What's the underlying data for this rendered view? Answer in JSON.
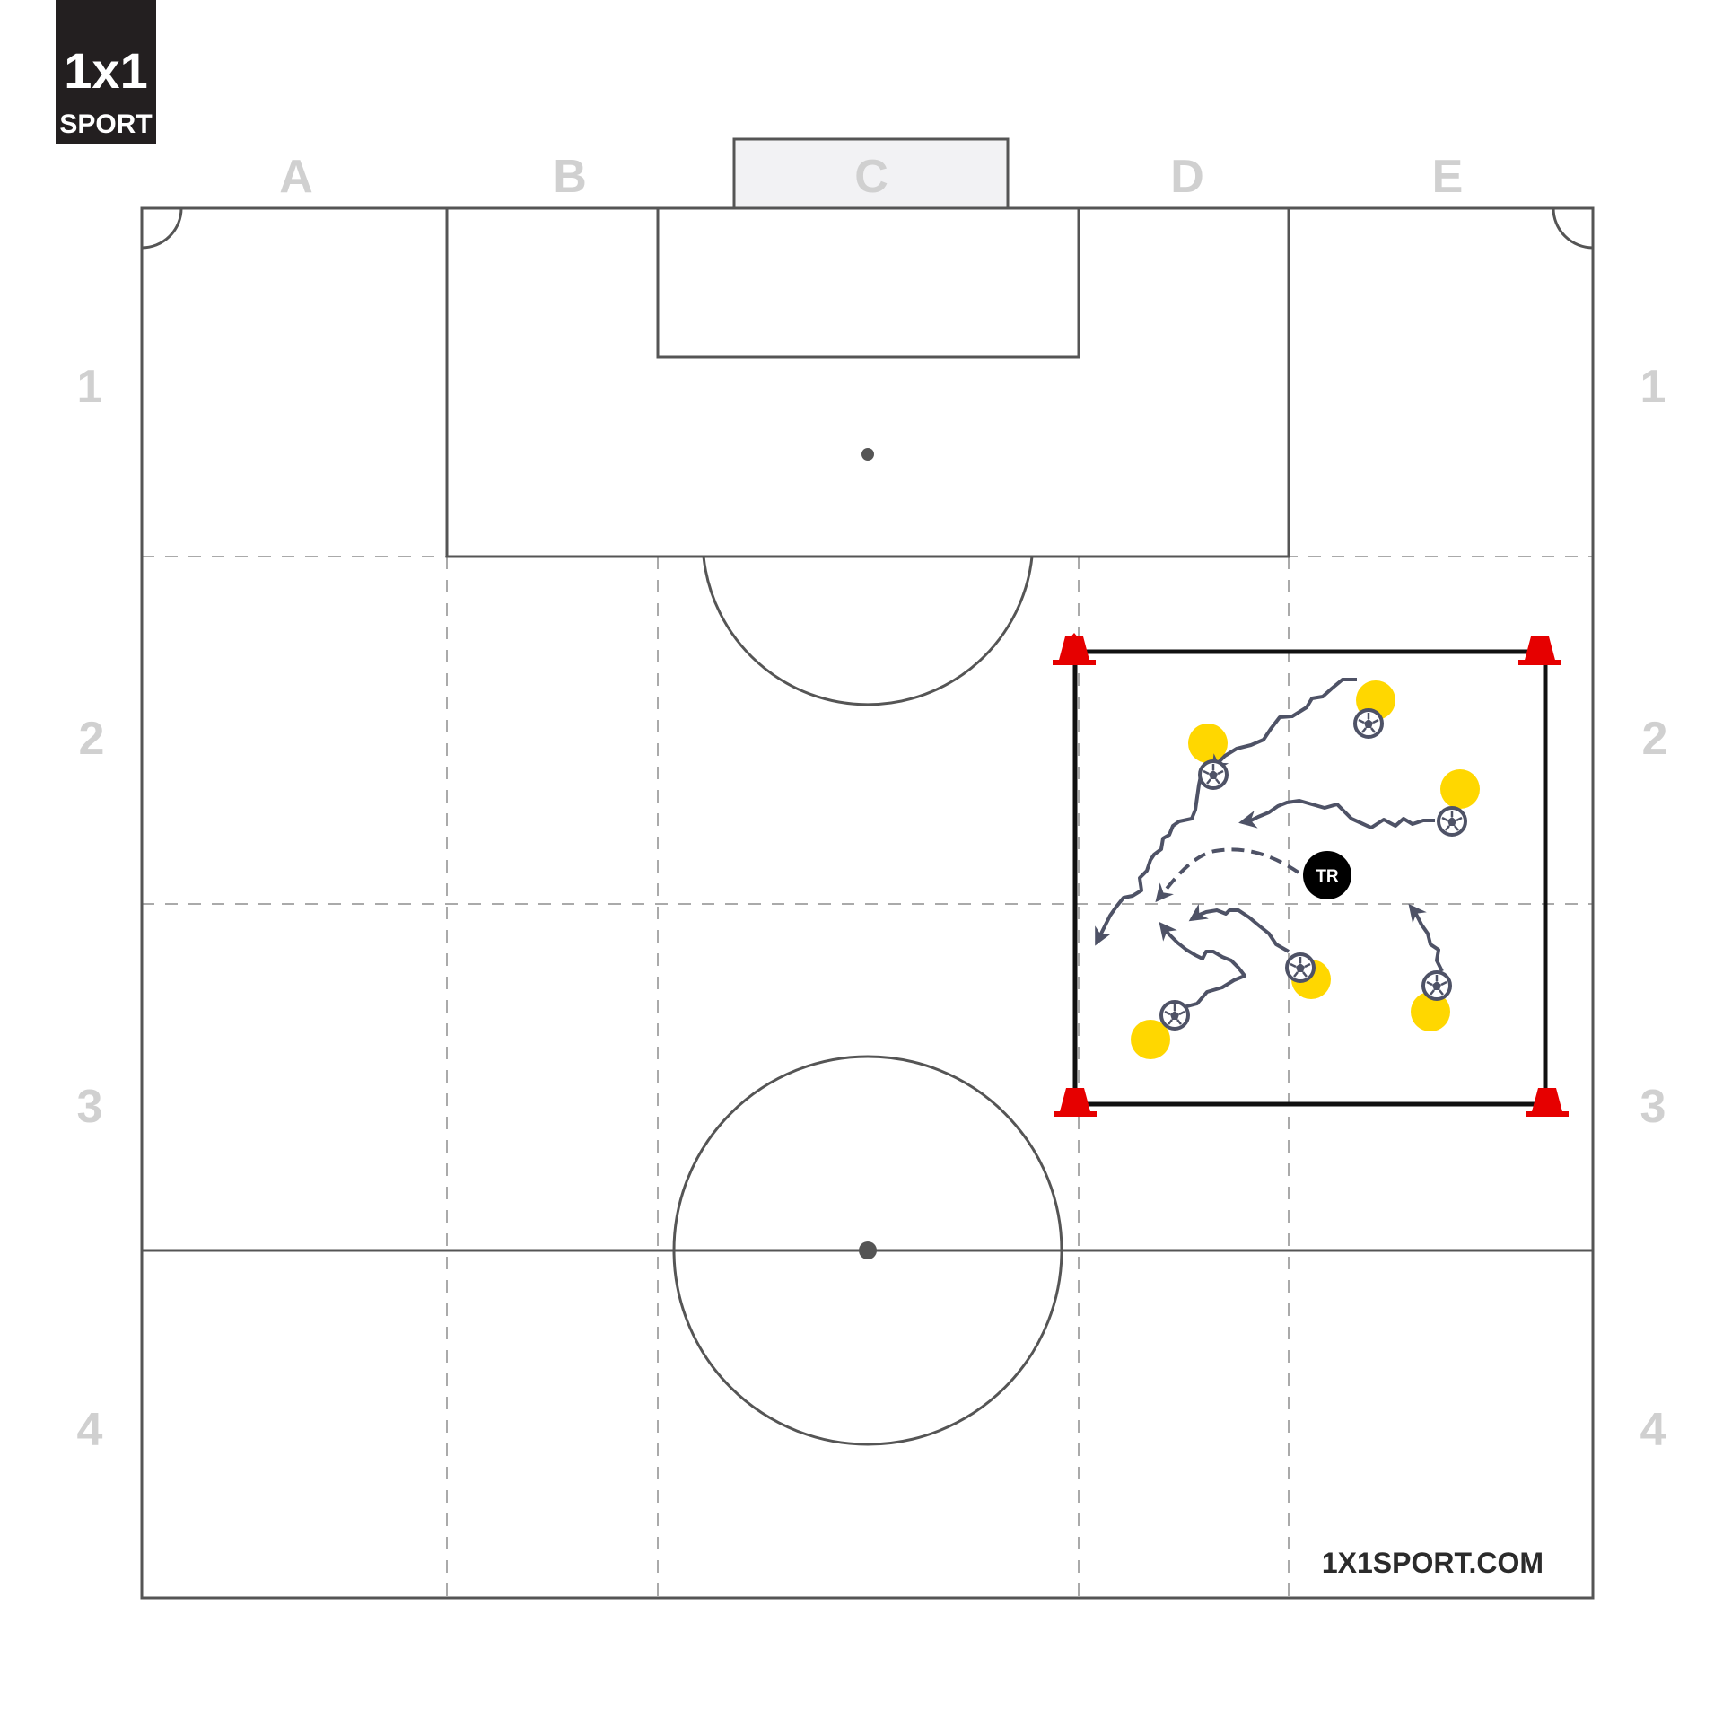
{
  "logo": {
    "mark": "1x1",
    "sub": "SPORT"
  },
  "columns": [
    "A",
    "B",
    "C",
    "D",
    "E"
  ],
  "rows": [
    "1",
    "2",
    "3",
    "4"
  ],
  "trainer_label": "TR",
  "website": "1X1SPORT.COM",
  "colors": {
    "line": "#555555",
    "grid_dash": "#aaaaaa",
    "label": "#d0d0d0",
    "goal_fill": "#f2f2f4",
    "cone": "#e60000",
    "player": "#ffd700",
    "ball": "#4e5266",
    "trainer": "#000000"
  }
}
